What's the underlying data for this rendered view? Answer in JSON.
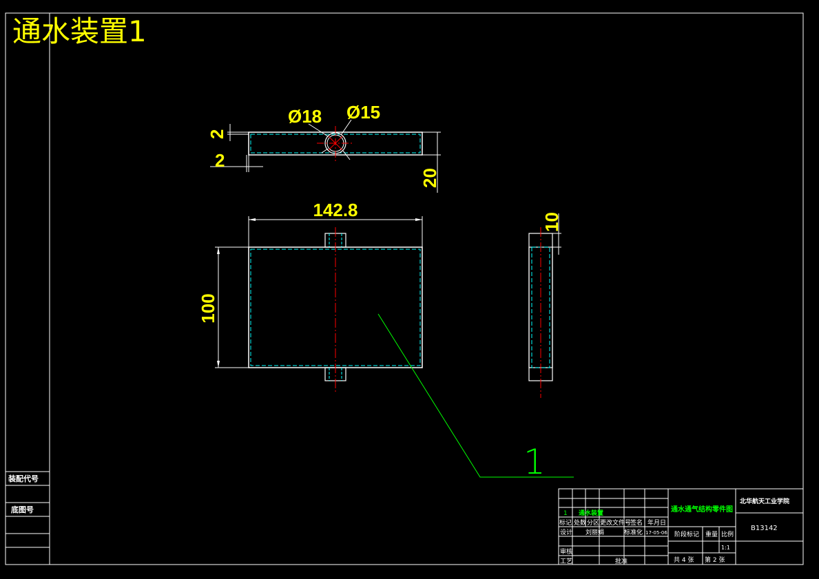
{
  "title": "通水装置1",
  "dimensions": {
    "d18": "Ø18",
    "d15": "Ø15",
    "t2a": "2",
    "t2b": "2",
    "h20": "20",
    "w142": "142.8",
    "h100": "100",
    "tab10": "10"
  },
  "balloon": "1",
  "side_panel": {
    "assembly_code": "装配代号",
    "base_drawing": "底图号"
  },
  "title_block": {
    "part_row_no": "1",
    "part_row_name": "通水装置",
    "hdr_mark": "标记",
    "hdr_count": "处数",
    "hdr_zone": "分区",
    "hdr_doc": "更改文件号",
    "hdr_sign": "签名",
    "hdr_date": "年月日",
    "design": "设计",
    "designer": "刘丽娟",
    "standard": "标准化",
    "date": "17-05-06",
    "review": "审核",
    "process": "工艺",
    "approve": "批准",
    "drawing_name": "通水通气结构零件图",
    "stage": "阶段标记",
    "weight": "重量",
    "scale_label": "比例",
    "scale": "1:1",
    "total_sheets": "共 4 张",
    "sheet_no": "第 2 张",
    "school": "北华航天工业学院",
    "drawing_code": "B13142"
  },
  "colors": {
    "background": "#000000",
    "frame": "#ffffff",
    "outline": "#ffffff",
    "hidden_line": "#00ffff",
    "center_line": "#ff0000",
    "dimension_text": "#ffff00",
    "dimension_line": "#ffffff",
    "leader": "#00ff00",
    "highlight_text": "#00ff00"
  }
}
